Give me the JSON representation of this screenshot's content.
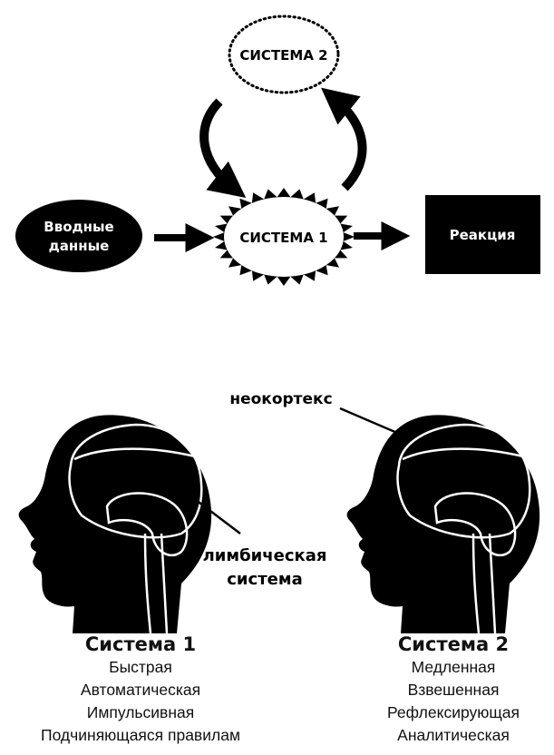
{
  "flow": {
    "input_label_line1": "Вводные",
    "input_label_line2": "данные",
    "system1_label": "СИСТЕМА 1",
    "system2_label": "СИСТЕМА 2",
    "reaction_label": "Реакция"
  },
  "brain": {
    "neocortex_label": "неокортекс",
    "limbic_label_line1": "лимбическая",
    "limbic_label_line2": "система"
  },
  "columns": {
    "system1": {
      "title": "Система 1",
      "items": [
        "Быстрая",
        "Автоматическая",
        "Импульсивная",
        "Подчиняющаяся правилам"
      ]
    },
    "system2": {
      "title": "Система 2",
      "items": [
        "Медленная",
        "Взвешенная",
        "Рефлексирующая",
        "Аналитическая"
      ]
    }
  },
  "colors": {
    "ink": "#000000",
    "paper": "#ffffff",
    "brain_line": "#ffffff"
  }
}
